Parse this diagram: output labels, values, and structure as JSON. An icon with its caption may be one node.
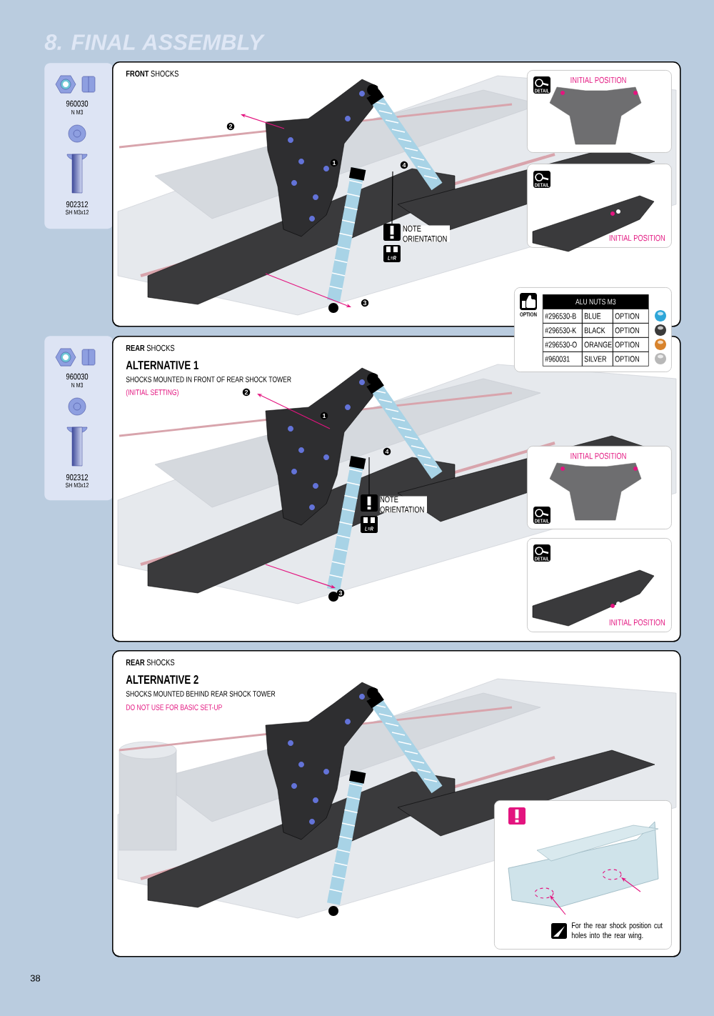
{
  "diagram": {
    "title": "8. FINAL ASSEMBLY",
    "nodes": [
      {
        "text": [
          "960030",
          "N M3",
          "902312",
          "SH M3x12"
        ]
      },
      {
        "text": [
          "**FRONT** SHOCKS"
        ]
      },
      {
        "text": [
          "DETAIL",
          "INITIAL POSITION"
        ],
        "in": 1
      },
      {
        "text": [
          "DETAIL",
          "INITIAL POSITION"
        ],
        "in": 1
      },
      {
        "text": [
          "NOTE ORIENTATION",
          "L=R"
        ],
        "in": 1
      },
      {
        "text": [
          "OPTION",
          "ALU NUTS M3",
          "#296530-B",
          "BLUE",
          "OPTION",
          "#296530-K",
          "BLACK",
          "OPTION",
          "#296530-O",
          "ORANGE",
          "OPTION",
          "#960031",
          "SILVER",
          "OPTION"
        ]
      },
      {
        "text": [
          "960030",
          "N M3",
          "902312",
          "SH M3x12"
        ]
      },
      {
        "text": [
          "**REAR** SHOCKS",
          "ALTERNATIVE 1",
          "SHOCKS MOUNTED IN FRONT OF REAR SHOCK TOWER",
          "(INITIAL SETTING)"
        ]
      },
      {
        "text": [
          "DETAIL",
          "INITIAL POSITION"
        ],
        "in": 7
      },
      {
        "text": [
          "DETAIL",
          "INITIAL POSITION"
        ],
        "in": 7
      },
      {
        "text": [
          "NOTE ORIENTATION",
          "L=R"
        ],
        "in": 7
      },
      {
        "text": [
          "**REAR** SHOCKS",
          "ALTERNATIVE 2",
          "SHOCKS MOUNTED BEHIND REAR SHOCK TOWER",
          "DO NOT USE FOR BASIC SET-UP"
        ]
      },
      {
        "text": [
          "For the rear shock position cut holes into the rear wing."
        ],
        "in": 11
      }
    ],
    "edges": [
      {
        "from": 4,
        "to": null,
        "arrow": "none"
      },
      {
        "from": 10,
        "to": null,
        "arrow": "none"
      }
    ],
    "labels": [
      "2",
      "1",
      "4",
      "3",
      "2",
      "1",
      "4",
      "3",
      "38"
    ]
  }
}
